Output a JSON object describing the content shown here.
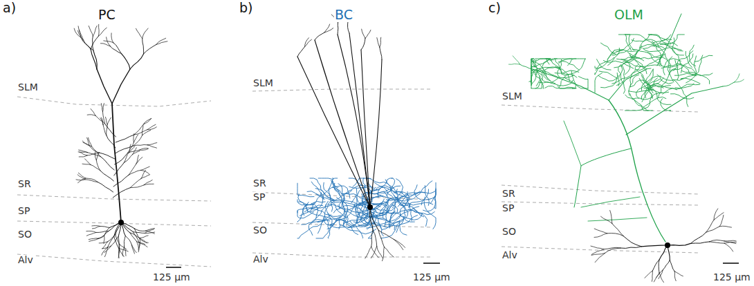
{
  "diagram": {
    "labels": [
      "a)",
      "PC",
      "SLM",
      "SR",
      "SP",
      "SO",
      "Alv",
      "125 µm",
      "b)",
      "BC",
      "SLM",
      "SR",
      "SP",
      "SO",
      "Alv",
      "125 µm",
      "c)",
      "OLM",
      "SLM",
      "SR",
      "SP",
      "SO",
      "Alv",
      "125 µm"
    ]
  }
}
